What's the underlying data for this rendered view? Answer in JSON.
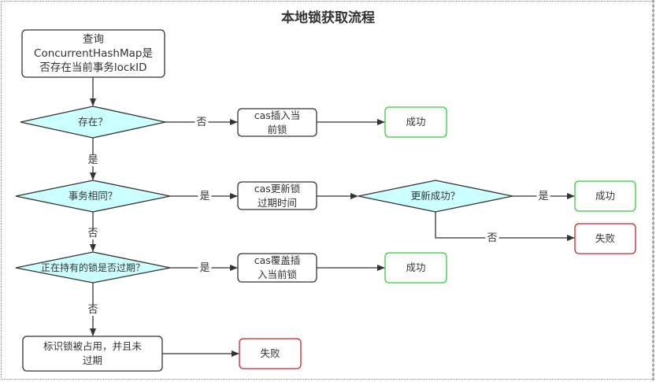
{
  "title": "本地锁获取流程",
  "colors": {
    "decision_fill": "#ccffff",
    "stroke": "#333333",
    "success_border": "#33cc33",
    "failure_border": "#cc2222"
  },
  "nodes": {
    "query": {
      "type": "process",
      "label": "查询\nConcurrentHashMap是\n否存在当前事务lockID"
    },
    "exists": {
      "type": "decision",
      "label": "存在？"
    },
    "cas_insert": {
      "type": "process",
      "label": "cas插入当\n前锁"
    },
    "success1": {
      "type": "terminal-success",
      "label": "成功"
    },
    "same_tx": {
      "type": "decision",
      "label": "事务相同？"
    },
    "cas_update": {
      "type": "process",
      "label": "cas更新锁\n过期时间"
    },
    "update_ok": {
      "type": "decision",
      "label": "更新成功？"
    },
    "success2": {
      "type": "terminal-success",
      "label": "成功"
    },
    "failure1": {
      "type": "terminal-failure",
      "label": "失败"
    },
    "expired": {
      "type": "decision",
      "label": "正在持有的锁是否过期？"
    },
    "cas_override": {
      "type": "process",
      "label": "cas覆盖插\n入当前锁"
    },
    "success3": {
      "type": "terminal-success",
      "label": "成功"
    },
    "mark_occupied": {
      "type": "process",
      "label": "标识锁被占用，并且未\n过期"
    },
    "failure2": {
      "type": "terminal-failure",
      "label": "失败"
    }
  },
  "edges": [
    {
      "from": "query",
      "to": "exists",
      "label": ""
    },
    {
      "from": "exists",
      "to": "cas_insert",
      "label": "否"
    },
    {
      "from": "cas_insert",
      "to": "success1",
      "label": ""
    },
    {
      "from": "exists",
      "to": "same_tx",
      "label": "是"
    },
    {
      "from": "same_tx",
      "to": "cas_update",
      "label": "是"
    },
    {
      "from": "cas_update",
      "to": "update_ok",
      "label": ""
    },
    {
      "from": "update_ok",
      "to": "success2",
      "label": "是"
    },
    {
      "from": "update_ok",
      "to": "failure1",
      "label": "否"
    },
    {
      "from": "same_tx",
      "to": "expired",
      "label": "否"
    },
    {
      "from": "expired",
      "to": "cas_override",
      "label": "是"
    },
    {
      "from": "cas_override",
      "to": "success3",
      "label": ""
    },
    {
      "from": "expired",
      "to": "mark_occupied",
      "label": "否"
    },
    {
      "from": "mark_occupied",
      "to": "failure2",
      "label": ""
    }
  ]
}
